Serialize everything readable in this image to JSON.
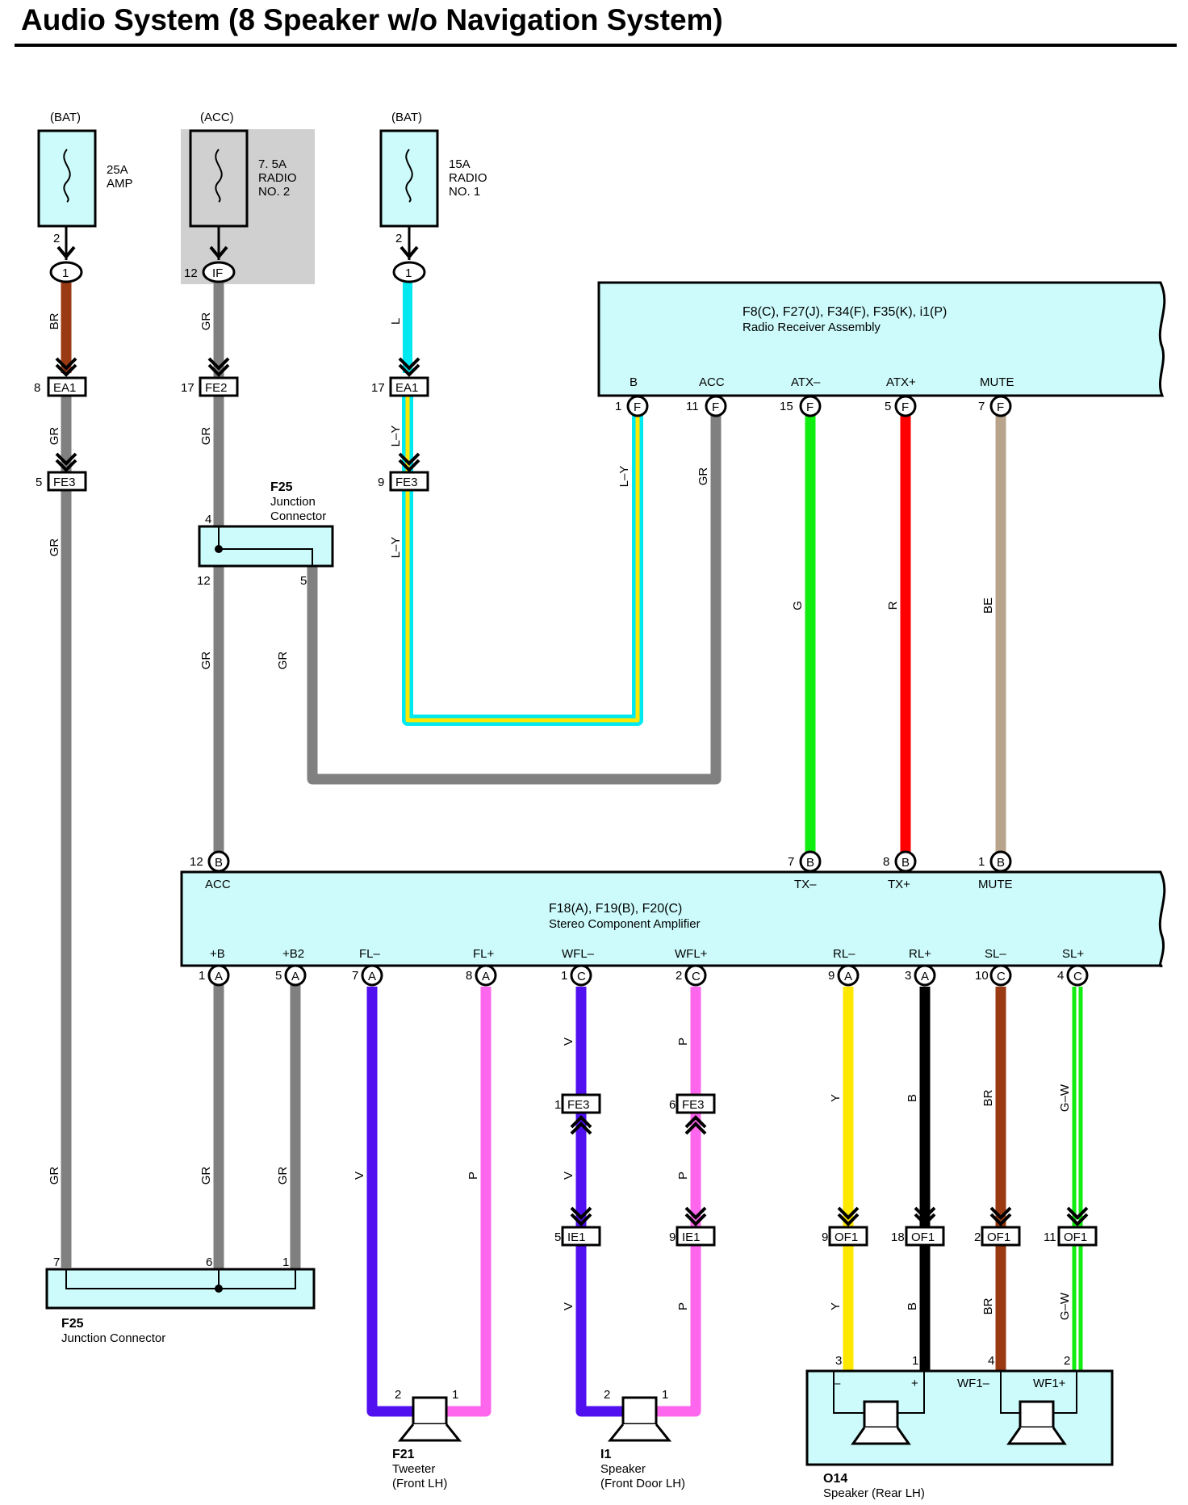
{
  "title": "Audio System (8 Speaker w/o Navigation System)",
  "fuses": [
    {
      "source": "(BAT)",
      "lines": [
        "25A",
        "AMP"
      ],
      "pin": "2",
      "connector": "1"
    },
    {
      "source": "(ACC)",
      "lines": [
        "7. 5A",
        "RADIO",
        "NO. 2"
      ],
      "pin": "12",
      "connector": "IF"
    },
    {
      "source": "(BAT)",
      "lines": [
        "15A",
        "RADIO",
        "NO. 1"
      ],
      "pin": "2",
      "connector": "1"
    }
  ],
  "components": {
    "radio": {
      "code": "F8(C), F27(J), F34(F), F35(K), i1(P)",
      "name": "Radio Receiver Assembly"
    },
    "amplifier": {
      "code": "F18(A), F19(B), F20(C)",
      "name": "Stereo Component Amplifier"
    },
    "junction_top": {
      "code": "F25",
      "name": [
        "Junction",
        "Connector"
      ]
    },
    "junction_bottom": {
      "code": "F25",
      "name": "Junction Connector"
    },
    "tweeter": {
      "code": "F21",
      "name": "Tweeter",
      "sub": "(Front LH)"
    },
    "door_speaker": {
      "code": "I1",
      "name": "Speaker",
      "sub": "(Front Door LH)"
    },
    "rear_speaker": {
      "code": "O14",
      "name": "Speaker (Rear LH)"
    }
  },
  "radio_pins": [
    {
      "label": "B",
      "pin": "1",
      "conn": "F"
    },
    {
      "label": "ACC",
      "pin": "11",
      "conn": "F"
    },
    {
      "label": "ATX–",
      "pin": "15",
      "conn": "F"
    },
    {
      "label": "ATX+",
      "pin": "5",
      "conn": "F"
    },
    {
      "label": "MUTE",
      "pin": "7",
      "conn": "F"
    }
  ],
  "amp_top_pins": [
    {
      "label": "ACC",
      "pin": "12",
      "conn": "B"
    },
    {
      "label": "TX–",
      "pin": "7",
      "conn": "B"
    },
    {
      "label": "TX+",
      "pin": "8",
      "conn": "B"
    },
    {
      "label": "MUTE",
      "pin": "1",
      "conn": "B"
    }
  ],
  "amp_bottom_pins": [
    {
      "label": "+B",
      "pin": "1",
      "conn": "A"
    },
    {
      "label": "+B2",
      "pin": "5",
      "conn": "A"
    },
    {
      "label": "FL–",
      "pin": "7",
      "conn": "A"
    },
    {
      "label": "FL+",
      "pin": "8",
      "conn": "A"
    },
    {
      "label": "WFL–",
      "pin": "1",
      "conn": "C"
    },
    {
      "label": "WFL+",
      "pin": "2",
      "conn": "C"
    },
    {
      "label": "RL–",
      "pin": "9",
      "conn": "A"
    },
    {
      "label": "RL+",
      "pin": "3",
      "conn": "A"
    },
    {
      "label": "SL–",
      "pin": "10",
      "conn": "C"
    },
    {
      "label": "SL+",
      "pin": "4",
      "conn": "C"
    }
  ],
  "inline_connectors": [
    {
      "pin": "8",
      "name": "EA1"
    },
    {
      "pin": "5",
      "name": "FE3"
    },
    {
      "pin": "17",
      "name": "FE2"
    },
    {
      "pin": "17",
      "name": "EA1"
    },
    {
      "pin": "9",
      "name": "FE3"
    },
    {
      "pin": "1",
      "name": "FE3"
    },
    {
      "pin": "6",
      "name": "FE3"
    },
    {
      "pin": "5",
      "name": "IE1"
    },
    {
      "pin": "9",
      "name": "IE1"
    },
    {
      "pin": "9",
      "name": "OF1"
    },
    {
      "pin": "18",
      "name": "OF1"
    },
    {
      "pin": "2",
      "name": "OF1"
    },
    {
      "pin": "11",
      "name": "OF1"
    }
  ],
  "junction_pins": {
    "top": [
      "4",
      "12",
      "5"
    ],
    "bottom": [
      "7",
      "6",
      "1"
    ]
  },
  "speaker_pins": {
    "tweeter": [
      "2",
      "1"
    ],
    "door": [
      "2",
      "1"
    ],
    "rear": [
      "3",
      "1",
      "4",
      "2"
    ],
    "rear_labels": [
      "–",
      "+",
      "WF1–",
      "WF1+"
    ]
  },
  "wire_labels": {
    "br": "BR",
    "gr": "GR",
    "l": "L",
    "ly": "L–Y",
    "g": "G",
    "r": "R",
    "be": "BE",
    "v": "V",
    "p": "P",
    "y": "Y",
    "b": "B",
    "gw": "G–W"
  },
  "colors": {
    "panel": "#cdfbfb",
    "gray_wire": "#808080",
    "brown_wire": "#9a3a12",
    "cyan_wire": "#00e8f0",
    "yellow_wire": "#ffe800",
    "green_wire": "#10ee10",
    "red_wire": "#ff0000",
    "beige_wire": "#b8a48c",
    "violet_wire": "#5010f0",
    "pink_wire": "#ff66ee",
    "black_wire": "#000000",
    "shade": "#d0d0d0"
  }
}
